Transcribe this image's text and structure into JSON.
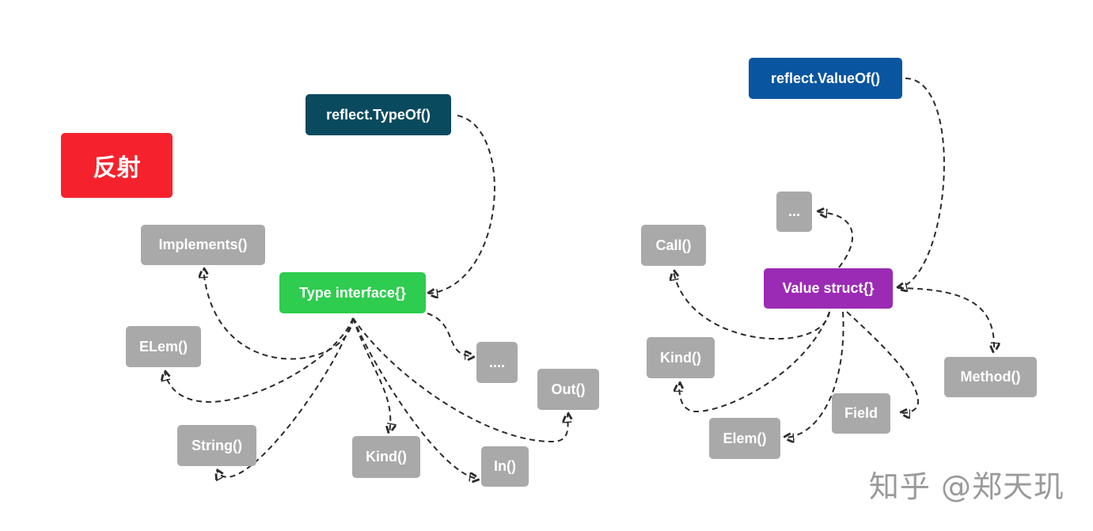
{
  "title": "反射",
  "type_side": {
    "source": "reflect.TypeOf()",
    "center": "Type interface{}",
    "methods": [
      "Implements()",
      "ELem()",
      "String()",
      "Kind()",
      "In()",
      "Out()",
      "...."
    ]
  },
  "value_side": {
    "source": "reflect.ValueOf()",
    "center": "Value struct{}",
    "methods": [
      "...",
      "Call()",
      "Kind()",
      "Elem()",
      "Field",
      "Method()"
    ]
  },
  "watermark": "知乎 @郑天玑",
  "colors": {
    "title_red": "#f5222d",
    "typeof_teal": "#0a4a5e",
    "valueof_blue": "#0a55a0",
    "type_green": "#2ecc4f",
    "value_purple": "#9b2bb4",
    "method_gray": "#a9a9a9"
  }
}
